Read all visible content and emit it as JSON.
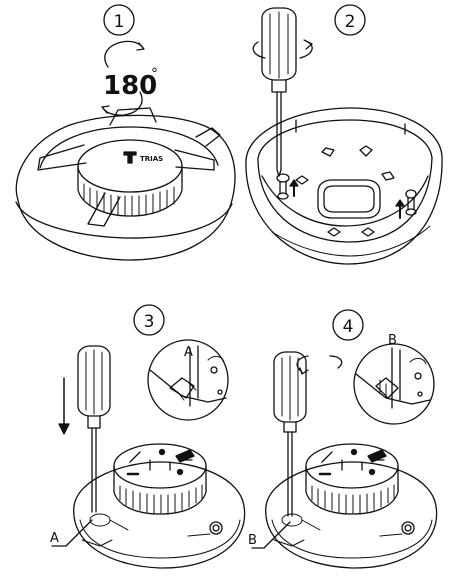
{
  "steps": [
    {
      "number": "1",
      "rotation_text": "180",
      "degree_symbol": "°",
      "brand_text": "TRIAS"
    },
    {
      "number": "2"
    },
    {
      "number": "3",
      "callout_label": "A",
      "pointer_label": "A"
    },
    {
      "number": "4",
      "callout_label": "B",
      "pointer_label": "B"
    }
  ],
  "colors": {
    "line": "#111111",
    "background": "#ffffff"
  }
}
